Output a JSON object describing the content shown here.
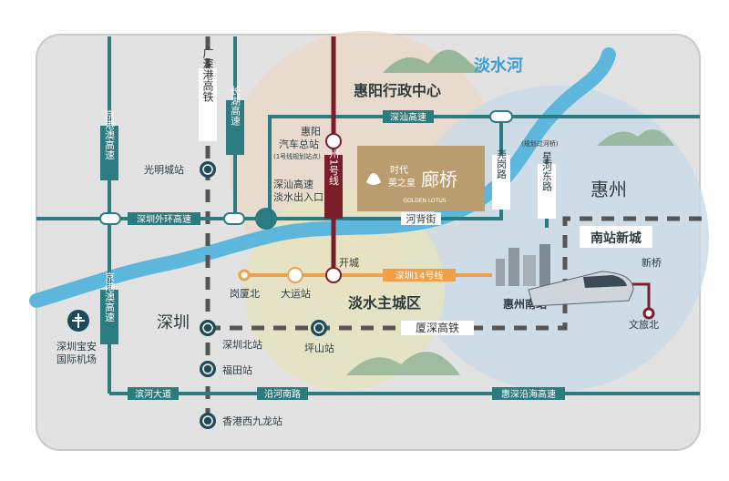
{
  "regions": {
    "huiyang_admin": "惠阳行政中心",
    "danshui_center": "淡水主城区",
    "huizhou": "惠州",
    "shenzhen": "深圳",
    "south_station_new_city": "南站新城"
  },
  "river": "淡水河",
  "roads": {
    "shenshan_expressway": "深汕高速",
    "outer_ring": "深圳外环高速",
    "hebei_street": "河背街",
    "yaogang_road": "尧岗路",
    "xinghe_east_road": "星河东路",
    "binhe_avenue": "滨河大道",
    "yanhe_south_road": "沿河南路",
    "huishen_coastal": "惠深沿海高速",
    "jinggangao_west": "京港澳高速",
    "jinggangao_south": "京港澳高速",
    "guangshengang_rail": "广深港高铁",
    "changhu_expressway": "长湖高速"
  },
  "transit": {
    "huizhou_line1": "惠州1号线",
    "shenzhen_line14": "深圳14号线",
    "xiashen_rail": "厦深高铁"
  },
  "stations": {
    "guangming": "光明城站",
    "shenzhen_north": "深圳北站",
    "futian": "福田站",
    "hk_west_kowloon": "香港西九龙站",
    "pingshan": "坪山站",
    "huizhou_south": "惠州南站",
    "gangxia_north": "岗厦北",
    "dayun": "大运站",
    "kaicheng": "开城",
    "xinqiao": "新桥",
    "wenlv_north": "文旅北",
    "huiyang_bus_l1": "惠阳",
    "huiyang_bus_l2": "汽车总站",
    "huiyang_bus_note": "(1号线规划站点)",
    "interchange_l1": "深汕高速",
    "interchange_l2": "淡水出入口"
  },
  "airport": {
    "line1": "深圳宝安",
    "line2": "国际机场"
  },
  "project": {
    "brand_line1": "时代",
    "brand_line2": "英之皇",
    "name": "廊桥",
    "english": "GOLDEN LOTUS"
  },
  "bridge_note": "(规划过河桥)",
  "colors": {
    "teal_road": "#2b7c80",
    "line1": "#7b1d2a",
    "line14": "#f0a04a",
    "rail": "#555555",
    "river": "#5db7dd",
    "project_box": "#b99d6f"
  }
}
